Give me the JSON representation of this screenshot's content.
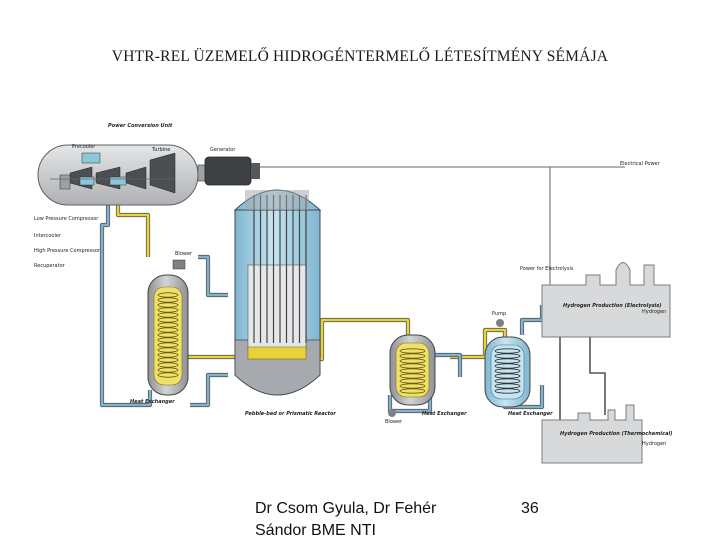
{
  "slide": {
    "title": "VHTR-REL ÜZEMELŐ HIDROGÉNTERMELŐ LÉTESÍTMÉNY SÉMÁJA",
    "author_line1": "Dr Csom Gyula, Dr Fehér",
    "author_line2": "Sándor BME NTI",
    "page_number": "36"
  },
  "diagram": {
    "labels": {
      "pcu": "Power Conversion Unit",
      "precooler": "Precooler",
      "turbine": "Turbine",
      "generator": "Generator",
      "electricity": "Electrical Power",
      "lpc": "Low Pressure Compressor",
      "intercooler": "Intercooler",
      "hpc": "High Pressure Compressor",
      "recuperator": "Recuperator",
      "blower_left": "Blower",
      "hx_left": "Heat Exchanger",
      "reactor": "Pebble-bed or Prismatic Reactor",
      "blower_mid": "Blower",
      "hx_mid": "Heat Exchanger",
      "pump": "Pump",
      "hx_right": "Heat Exchanger",
      "power_electrolysis": "Power for Electrolysis",
      "h2_electrolysis": "Hydrogen Production (Electrolysis)",
      "h2_thermo": "Hydrogen Production (Thermochemical)",
      "hydrogen_out1": "Hydrogen",
      "hydrogen_out2": "Hydrogen"
    },
    "colors": {
      "hot_loop": "#e8d43a",
      "cold_loop": "#7fb2cf",
      "vessel_blue": "#a9d2e4",
      "vessel_grey": "#b9bbbd",
      "plant": "#d7d9db"
    }
  }
}
